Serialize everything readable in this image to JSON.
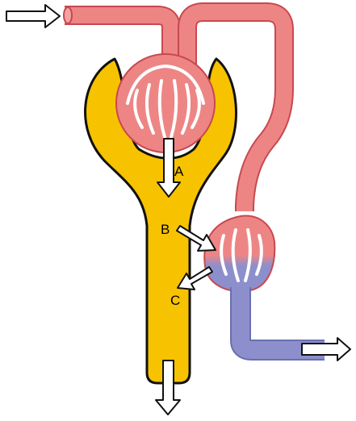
{
  "labels": {
    "a": "A",
    "b": "B",
    "c": "C"
  },
  "colors": {
    "arterial": "#ee8585",
    "venous": "#8c8fcc",
    "tubule": "#f7c200",
    "outline": "#111111",
    "arrow_fill": "#ffffff"
  },
  "icons": [
    "arrow-in-icon",
    "arrow-out-icon",
    "filtration-arrow-icon",
    "secretion-arrow-icon",
    "reabsorption-arrow-icon",
    "urine-out-arrow-icon"
  ]
}
